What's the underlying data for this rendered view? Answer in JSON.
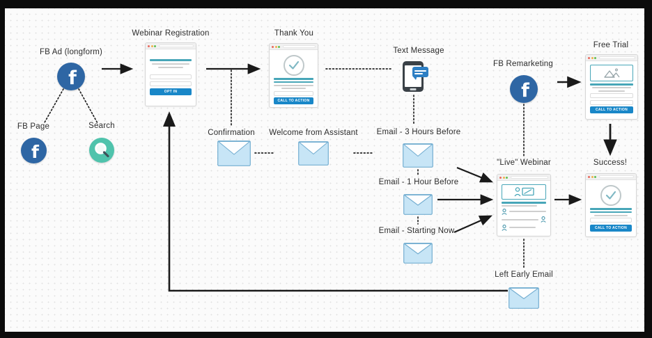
{
  "diagram": {
    "title": "webinar-funnel-map",
    "nodes": {
      "fb_ad": {
        "label": "FB Ad (longform)",
        "icon": "facebook-icon"
      },
      "fb_page": {
        "label": "FB Page",
        "icon": "facebook-icon"
      },
      "search": {
        "label": "Search",
        "icon": "search-icon"
      },
      "webinar_registration": {
        "label": "Webinar Registration",
        "button": "OPT IN",
        "icon": "landing-page-icon"
      },
      "thank_you": {
        "label": "Thank You",
        "button": "CALL TO ACTION",
        "icon": "checkmark-page-icon"
      },
      "text_message": {
        "label": "Text Message",
        "icon": "phone-chat-icon"
      },
      "confirmation": {
        "label": "Confirmation",
        "icon": "envelope-icon"
      },
      "welcome": {
        "label": "Welcome from Assistant",
        "icon": "envelope-icon"
      },
      "email_3h": {
        "label": "Email - 3 Hours Before",
        "icon": "envelope-icon"
      },
      "email_1h": {
        "label": "Email - 1 Hour Before",
        "icon": "envelope-icon"
      },
      "email_now": {
        "label": "Email - Starting Now",
        "icon": "envelope-icon"
      },
      "fb_remarketing": {
        "label": "FB Remarketing",
        "icon": "facebook-icon"
      },
      "free_trial": {
        "label": "Free Trial",
        "button": "CALL TO ACTION",
        "icon": "landing-page-icon"
      },
      "live_webinar": {
        "label": "\"Live\" Webinar",
        "icon": "webinar-page-icon"
      },
      "success": {
        "label": "Success!",
        "button": "CALL TO ACTION",
        "icon": "checkmark-page-icon"
      },
      "left_early": {
        "label": "Left Early Email",
        "icon": "envelope-icon"
      }
    },
    "colors": {
      "facebook_blue": "#2e66a4",
      "search_green": "#4fc3ac",
      "accent_teal": "#47a6b8",
      "button_blue": "#1987c8",
      "envelope_fill": "#c7e5f6",
      "envelope_border": "#74aed1",
      "chat_bubble_blue": "#2d7fc4",
      "connector_black": "#1a1a1a",
      "frame_black": "#0c0c0c"
    }
  }
}
